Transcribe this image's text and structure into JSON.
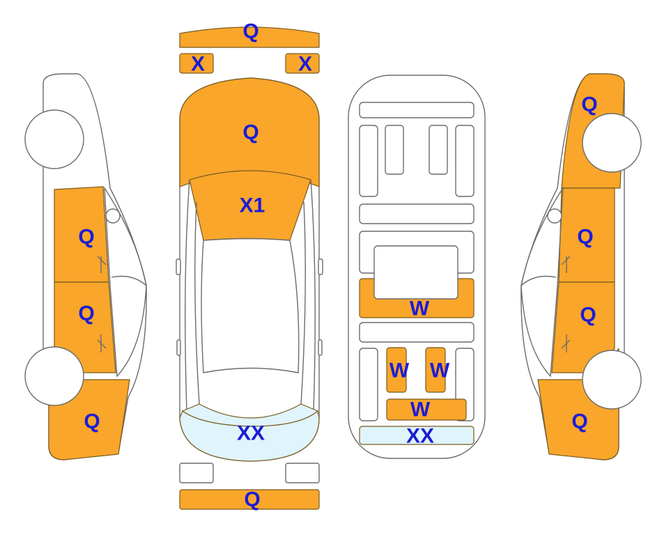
{
  "colors": {
    "damaged": "#f9a62b",
    "light": "#dff4fb",
    "outline": "#6b6b6b",
    "label": "#1c1cd6"
  },
  "zones": {
    "bumper_front": {
      "label": "Q"
    },
    "lamp_front_l": {
      "label": "X"
    },
    "lamp_front_r": {
      "label": "X"
    },
    "hood": {
      "label": "Q"
    },
    "windshield": {
      "label": "X1"
    },
    "rear_glass": {
      "label": "XX"
    },
    "bumper_rear": {
      "label": "Q"
    },
    "left_front": {
      "label": "Q"
    },
    "left_door_front": {
      "label": "Q"
    },
    "left_door_rear": {
      "label": "Q"
    },
    "left_rear": {
      "label": "Q"
    },
    "right_front": {
      "label": "Q"
    },
    "right_door_front": {
      "label": "Q"
    },
    "right_door_rear": {
      "label": "Q"
    },
    "right_rear": {
      "label": "Q"
    },
    "int_front_row": {
      "label": "W"
    },
    "int_seat_l": {
      "label": "W"
    },
    "int_seat_r": {
      "label": "W"
    },
    "int_rear_bench": {
      "label": "W"
    },
    "int_trunk": {
      "label": "XX"
    }
  }
}
